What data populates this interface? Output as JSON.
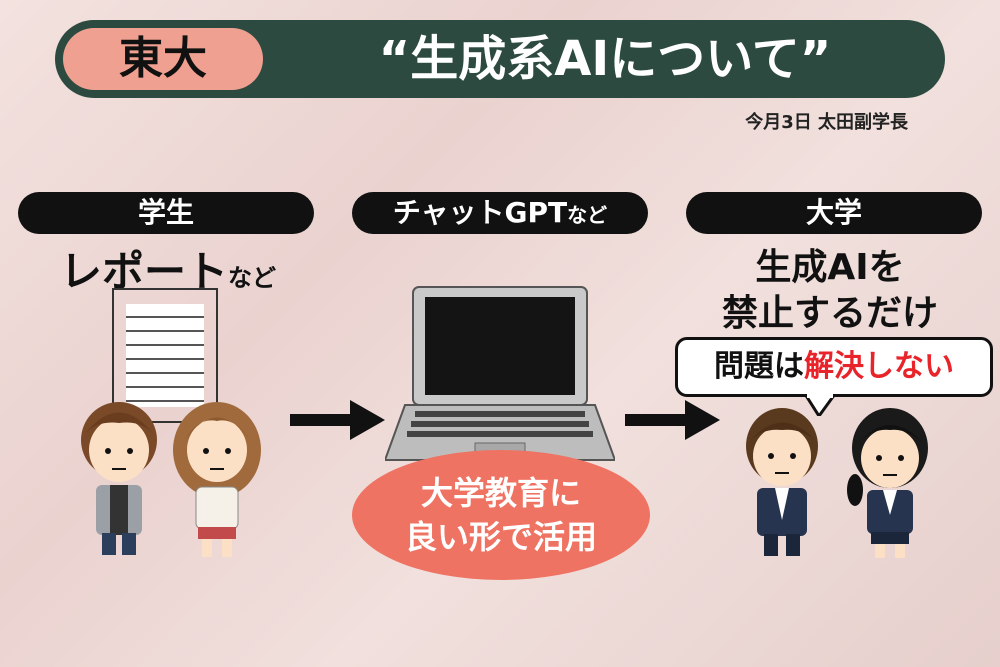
{
  "banner": {
    "tag": "東大",
    "title": "“生成系AIについて”"
  },
  "subcaption": "今月3日 太田副学長",
  "columns": {
    "students": {
      "pill": "学生",
      "caption_main": "レポート",
      "caption_small": "など"
    },
    "tool": {
      "pill_main": "チャットGPT",
      "pill_small": "など",
      "bubble_line1": "大学教育に",
      "bubble_line2": "良い形で活用"
    },
    "university": {
      "pill": "大学",
      "line1": "生成AIを",
      "line2": "禁止するだけ",
      "speech_prefix": "問題は",
      "speech_red": "解決しない"
    }
  },
  "colors": {
    "banner_bg": "#2c4a40",
    "banner_tag_bg": "#f0a090",
    "bubble_red": "#ef7362",
    "alert_red": "#e8232a"
  }
}
